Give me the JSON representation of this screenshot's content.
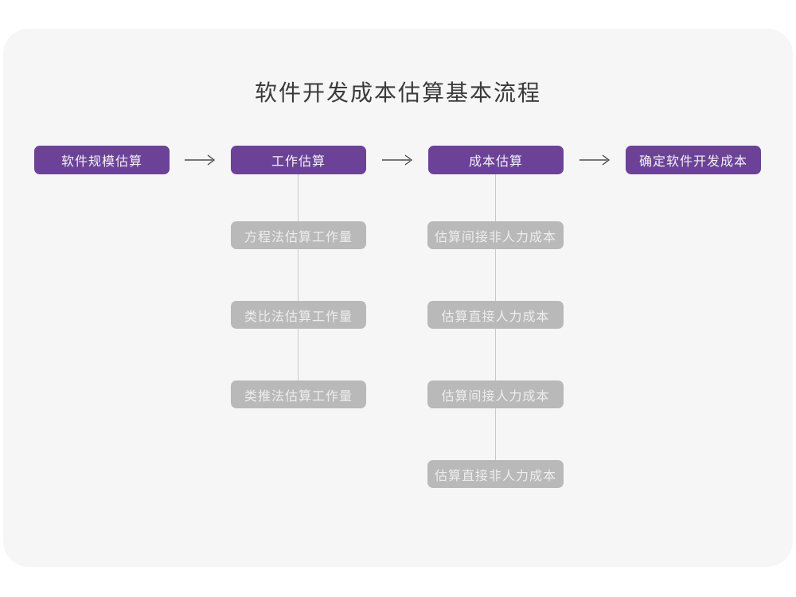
{
  "title": "软件开发成本估算基本流程",
  "colors": {
    "card_background": "#f6f6f7",
    "main_node_purple": "#6c4298",
    "sub_node_gray": "#b9b9b9",
    "arrow_gray": "#4d4d4d",
    "connector_line_gray": "#c9c9c9",
    "title_text": "#3b3b3b"
  },
  "flow": {
    "main_steps": [
      {
        "label": "软件规模估算"
      },
      {
        "label": "工作估算"
      },
      {
        "label": "成本估算"
      },
      {
        "label": "确定软件开发成本"
      }
    ],
    "work_estimation_methods": [
      "方程法估算工作量",
      "类比法估算工作量",
      "类推法估算工作量"
    ],
    "cost_estimation_steps": [
      "估算间接非人力成本",
      "估算直接人力成本",
      "估算间接人力成本",
      "估算直接非人力成本"
    ]
  }
}
